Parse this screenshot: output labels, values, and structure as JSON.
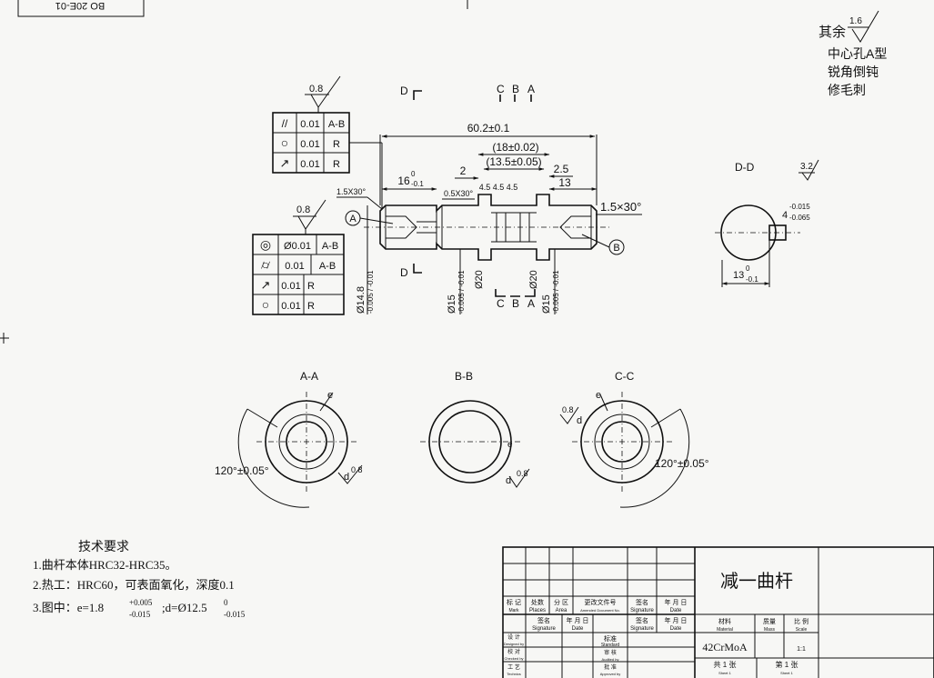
{
  "corner_label": "BO 20E-01",
  "notes_top_right": {
    "rest_prefix": "其余",
    "rest_roughness": "1.6",
    "lines": [
      "中心孔A型",
      "锐角倒钝",
      "修毛刺"
    ]
  },
  "main_view": {
    "roughness_top": "0.8",
    "roughness_left": "0.8",
    "tol_frame_top": [
      {
        "symbol": "//",
        "value": "0.01",
        "datum": "A-B"
      },
      {
        "symbol": "○",
        "value": "0.01",
        "datum": "R"
      },
      {
        "symbol": "↗",
        "value": "0.01",
        "datum": "R"
      }
    ],
    "tol_frame_left": [
      {
        "symbol": "◎",
        "value": "Ø0.01",
        "datum": "A-B"
      },
      {
        "symbol": "⌭",
        "value": "0.01",
        "datum": "A-B"
      },
      {
        "symbol": "↗",
        "value": "0.01",
        "datum": "R"
      },
      {
        "symbol": "○",
        "value": "0.01",
        "datum": "R"
      }
    ],
    "section_labels": {
      "d_top": "D",
      "d_bottom": "D",
      "c": "C",
      "b": "B",
      "a": "A"
    },
    "dims": {
      "overall": "60.2±0.1",
      "mid1": "(18±0.02)",
      "mid2": "(13.5±0.05)",
      "d2": "2",
      "d25": "2.5",
      "d13": "13",
      "d16": "16",
      "d16_tol_upper": "0",
      "d16_tol_lower": "-0.1",
      "d45a": "4.5",
      "d45b": "4.5",
      "d45c": "4.5",
      "chamfer_left": "1.5X30°",
      "chamfer_mid": "0.5X30°",
      "chamfer_right": "1.5×30°",
      "datum_a": "A",
      "datum_b": "B",
      "dia_148": "Ø14.8",
      "dia_148_tol": "-0.005 / -0.01",
      "dia_15a": "Ø15",
      "dia_15a_tol": "-0.005 / -0.01",
      "dia_20a": "Ø20",
      "dia_20b": "Ø20",
      "dia_15b": "Ø15",
      "dia_15b_tol": "-0.005 / -0.01"
    }
  },
  "section_dd": {
    "title": "D-D",
    "roughness": "3.2",
    "dim_4": "4",
    "dim_4_upper": "-0.015",
    "dim_4_lower": "-0.065",
    "dim_13": "13",
    "dim_13_upper": "0",
    "dim_13_lower": "-0.1"
  },
  "section_aa": {
    "title": "A-A",
    "angle": "120°±0.05°",
    "e": "e",
    "d": "d",
    "rough": "0.8"
  },
  "section_bb": {
    "title": "B-B",
    "e": "e",
    "d": "d",
    "rough": "0.8"
  },
  "section_cc": {
    "title": "C-C",
    "angle": "120°±0.05°",
    "e": "e",
    "d": "d",
    "rough": "0.8"
  },
  "tech_req": {
    "title": "技术要求",
    "line1": "1.曲杆本体HRC32-HRC35。",
    "line2": "2.热工：HRC60，可表面氧化，深度0.1",
    "line3_prefix": "3.图中：e=1.8",
    "line3_e_upper": "+0.005",
    "line3_e_lower": "-0.015",
    "line3_mid": ";d=Ø12.5",
    "line3_d_upper": "0",
    "line3_d_lower": "-0.015"
  },
  "title_block": {
    "part_name": "减一曲杆",
    "material": "42CrMoA",
    "scale": "1:1",
    "h_mark": "标 记",
    "h_mark_en": "Mark",
    "h_places": "处数",
    "h_places_en": "Places",
    "h_area": "分 区",
    "h_area_en": "Area",
    "h_doc": "更改文件号",
    "h_doc_en": "Amended Document No.",
    "h_sign": "签名",
    "h_sign_en": "Signature",
    "h_date": "年 月 日",
    "h_date_en": "Date",
    "h_sign2": "签名",
    "h_sign2_en": "Signature",
    "h_date2": "年 月 日",
    "h_date2_en": "Date",
    "h_std": "标准",
    "h_std_en": "Standard",
    "h_sign3": "签名",
    "h_sign3_en": "Signature",
    "h_date3": "年 月 日",
    "h_date3_en": "Date",
    "h_material": "材料",
    "h_material_en": "Material",
    "h_mass": "质量",
    "h_mass_en": "Mass",
    "h_scale": "比 例",
    "h_scale_en": "Scale",
    "h_design": "设 计",
    "h_design_en": "Designed by",
    "h_check": "校 对",
    "h_check_en": "Checked by",
    "h_tech": "工 艺",
    "h_tech_en": "Technics",
    "h_review": "审 核",
    "h_review_en": "Audited by",
    "h_approve": "批 准",
    "h_approve_en": "Approved by",
    "sheets_total": "共 1 张",
    "sheets_total_en": "Sheet 1",
    "sheet_no": "第 1 张",
    "sheet_no_en": "Sheet 1"
  }
}
